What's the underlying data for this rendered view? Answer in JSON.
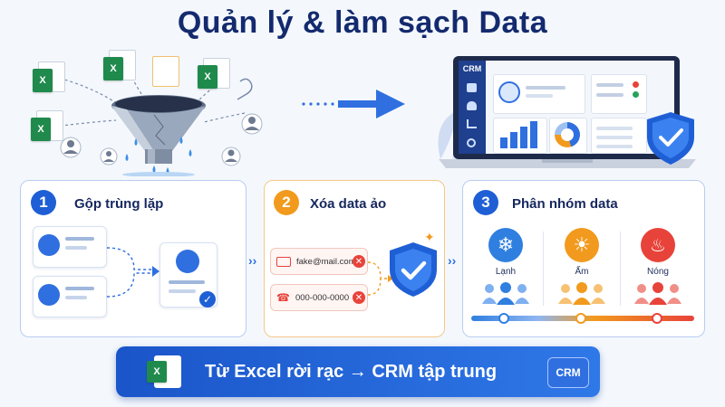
{
  "title": "Quản lý & làm sạch Data",
  "crm_app": {
    "logo": "CRM",
    "sidebar_icons": [
      "dashboard-icon",
      "users-icon",
      "chart-icon",
      "gear-icon"
    ]
  },
  "steps": [
    {
      "number": "1",
      "title": "Gộp trùng lặp",
      "color": "#1f5fd6"
    },
    {
      "number": "2",
      "title": "Xóa data ảo",
      "color": "#f29a1d",
      "fake_email": "fake@mail.com",
      "fake_phone": "000-000-0000"
    },
    {
      "number": "3",
      "title": "Phân nhóm data",
      "color": "#1f5fd6",
      "groups": [
        {
          "label": "Lạnh",
          "color": "#2f7fe0",
          "icon": "snowflake-icon"
        },
        {
          "label": "Ấm",
          "color": "#f29a1d",
          "icon": "sun-icon"
        },
        {
          "label": "Nóng",
          "color": "#e8433a",
          "icon": "flame-icon"
        }
      ]
    }
  ],
  "banner": {
    "excel_icon": "X",
    "text": "Từ Excel rời rạc → CRM tập trung",
    "badge": "CRM"
  },
  "colors": {
    "navy": "#142a6e",
    "blue": "#1f5fd6",
    "orange": "#f29a1d",
    "red": "#e8433a",
    "excel": "#1f8a4c"
  }
}
